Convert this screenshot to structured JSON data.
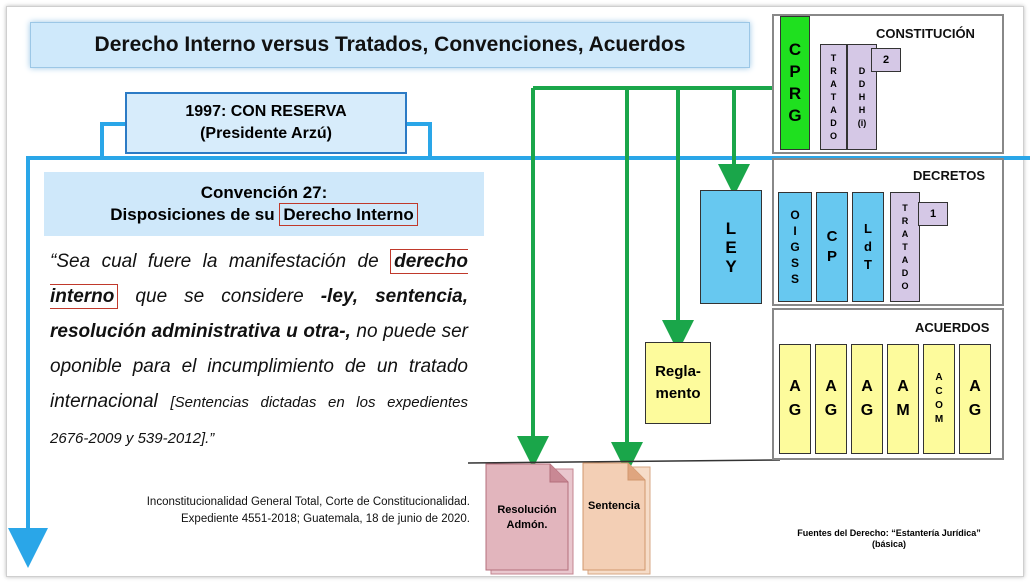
{
  "title": "Derecho Interno versus Tratados, Convenciones, Acuerdos",
  "reserva": {
    "line1": "1997: CON RESERVA",
    "line2": "(Presidente Arzú)"
  },
  "convencion": {
    "line1": "Convención 27:",
    "line2_prefix": "Disposiciones de su ",
    "line2_highlight": "Derecho Interno"
  },
  "quote": {
    "p1": "“Sea cual fuere la manifestación de",
    "highlight": "derecho interno",
    "p2": " que se considere ",
    "bold1": "-ley, sentencia, resolución administrativa u otra-,",
    "p3": " no puede ser oponible para el incumplimiento de un tratado internacional ",
    "small": "[Sentencias dictadas en los expedientes 2676-2009 y 539-2012].”"
  },
  "citation": {
    "line1": "Inconstitucionalidad General Total, Corte de Constitucionalidad.",
    "line2": "Expediente 4551-2018; Guatemala, 18 de junio de 2020."
  },
  "shelf": {
    "constitucion": "CONSTITUCIÓN",
    "decretos": "DECRETOS",
    "acuerdos": "ACUERDOS",
    "cprg": "C P R G",
    "tratado": "T R A T A D O",
    "ddhh": "D D H H (i)",
    "num2": "2",
    "num1": "1",
    "igss": "O I G S S",
    "cp": "C P",
    "ldt": "L d T",
    "acuerdos_items": [
      "A G",
      "A G",
      "A G",
      "A M",
      "A C O M",
      "A G"
    ]
  },
  "ley": "L E Y",
  "reglamento": {
    "line1": "Regla-",
    "line2": "mento"
  },
  "docs": {
    "resolucion_1": "Resolución",
    "resolucion_2": "Admón.",
    "sentencia": "Sentencia"
  },
  "footer": {
    "line1": "Fuentes del Derecho: “Estantería Jurídica”",
    "line2": "(básica)"
  },
  "colors": {
    "blue_line": "#2aa6e8",
    "green_line": "#1aa64a",
    "cprg": "#1fe01f",
    "ley": "#67c8f0",
    "yellow": "#fdfb9c",
    "lilac": "#d5c8e6"
  }
}
